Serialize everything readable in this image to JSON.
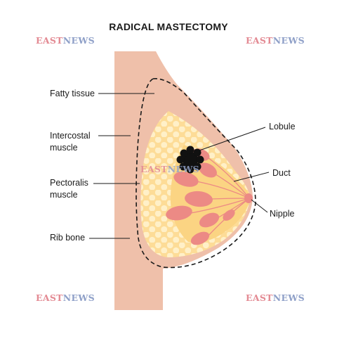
{
  "title": "RADICAL MASTECTOMY",
  "labels": {
    "fatty_tissue": "Fatty tissue",
    "intercostal_muscle": "Intercostal\nmuscle",
    "pectoralis_muscle": "Pectoralis\nmuscle",
    "rib_bone": "Rib bone",
    "lobule": "Lobule",
    "duct": "Duct",
    "nipple": "Nipple"
  },
  "watermark": {
    "part1": "EAST",
    "part2": "NEWS"
  },
  "colors": {
    "skin": "#efc0aa",
    "fat": "#fddc97",
    "fat_cell": "#fff0c8",
    "lobule": "#ec8a85",
    "tumor": "#111111",
    "outline": "#1a1a1a"
  }
}
